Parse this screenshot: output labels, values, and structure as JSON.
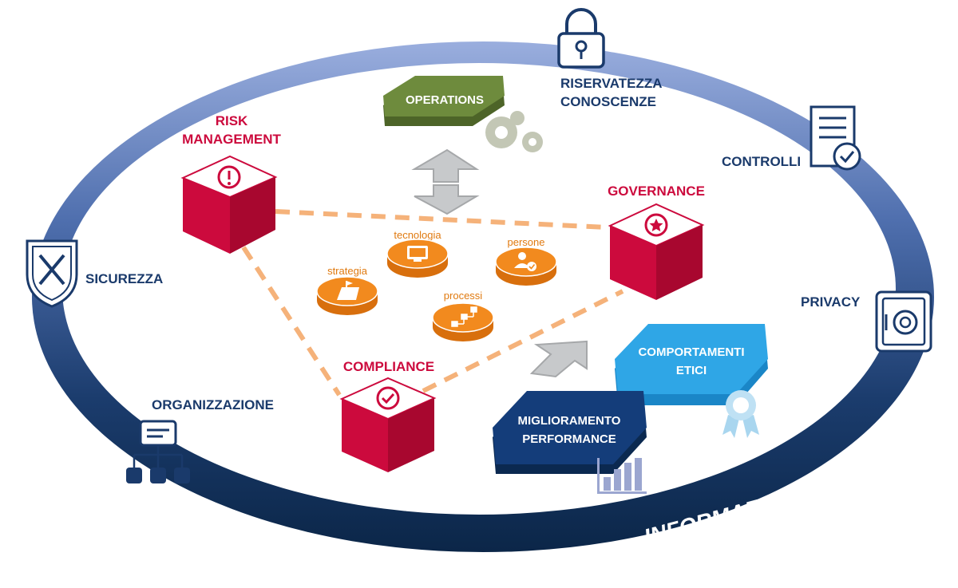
{
  "ring": {
    "label": "INFORMAZIONI"
  },
  "perimeter": {
    "riservatezza": [
      "RISERVATEZZA",
      "CONOSCENZE"
    ],
    "controlli": "CONTROLLI",
    "privacy": "PRIVACY",
    "sicurezza": "SICUREZZA",
    "organizzazione": "ORGANIZZAZIONE"
  },
  "cubes": {
    "risk": [
      "RISK",
      "MANAGEMENT"
    ],
    "governance": "GOVERNANCE",
    "compliance": "COMPLIANCE"
  },
  "platforms": {
    "operations": "OPERATIONS",
    "comportamenti": [
      "COMPORTAMENTI",
      "ETICI"
    ],
    "miglioramento": [
      "MIGLIORAMENTO",
      "PERFORMANCE"
    ]
  },
  "discs": {
    "tecnologia": "tecnologia",
    "persone": "persone",
    "strategia": "strategia",
    "processi": "processi"
  },
  "colors": {
    "navy": "#1a3a6b",
    "ring_light": "#8c9fd4",
    "ring_dark": "#0e2c52",
    "red": "#cc0a3d",
    "orange": "#f28a1e",
    "dashed": "#f5b27a",
    "olive": "#6e8b3d",
    "sky": "#2fa6e6",
    "gray": "#b7b9bb"
  }
}
